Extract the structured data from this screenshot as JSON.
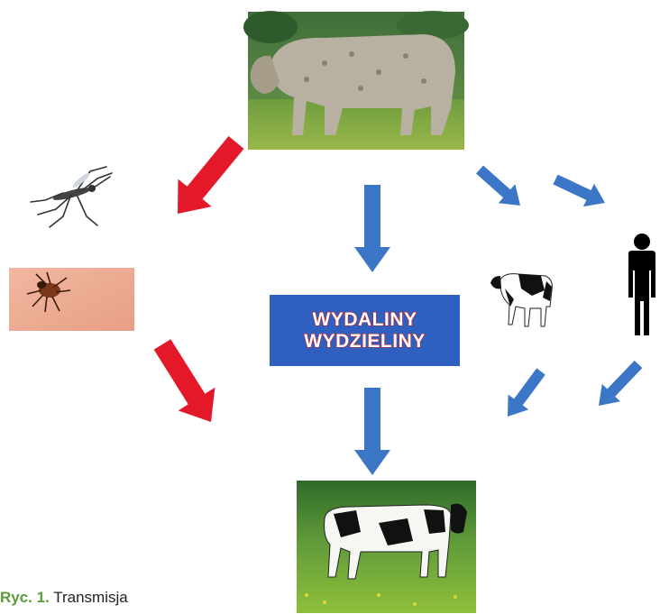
{
  "center_box": {
    "line1": "WYDALINY",
    "line2": "WYDZIELINY"
  },
  "caption": {
    "label": "Ryc. 1.",
    "text": "Transmisja"
  },
  "colors": {
    "vector_arrow": "#e3192a",
    "direct_arrow": "#3b77c6",
    "box": "#2f5fbf",
    "caption_label": "#5a9c3a"
  },
  "nodes": [
    {
      "id": "infected-cow",
      "icon": "infected-cow-photo"
    },
    {
      "id": "mosquito",
      "icon": "mosquito-icon"
    },
    {
      "id": "tick",
      "icon": "tick-photo"
    },
    {
      "id": "calf",
      "icon": "calf-icon"
    },
    {
      "id": "human",
      "icon": "human-silhouette-icon"
    },
    {
      "id": "healthy-cow",
      "icon": "healthy-cow-photo"
    }
  ]
}
